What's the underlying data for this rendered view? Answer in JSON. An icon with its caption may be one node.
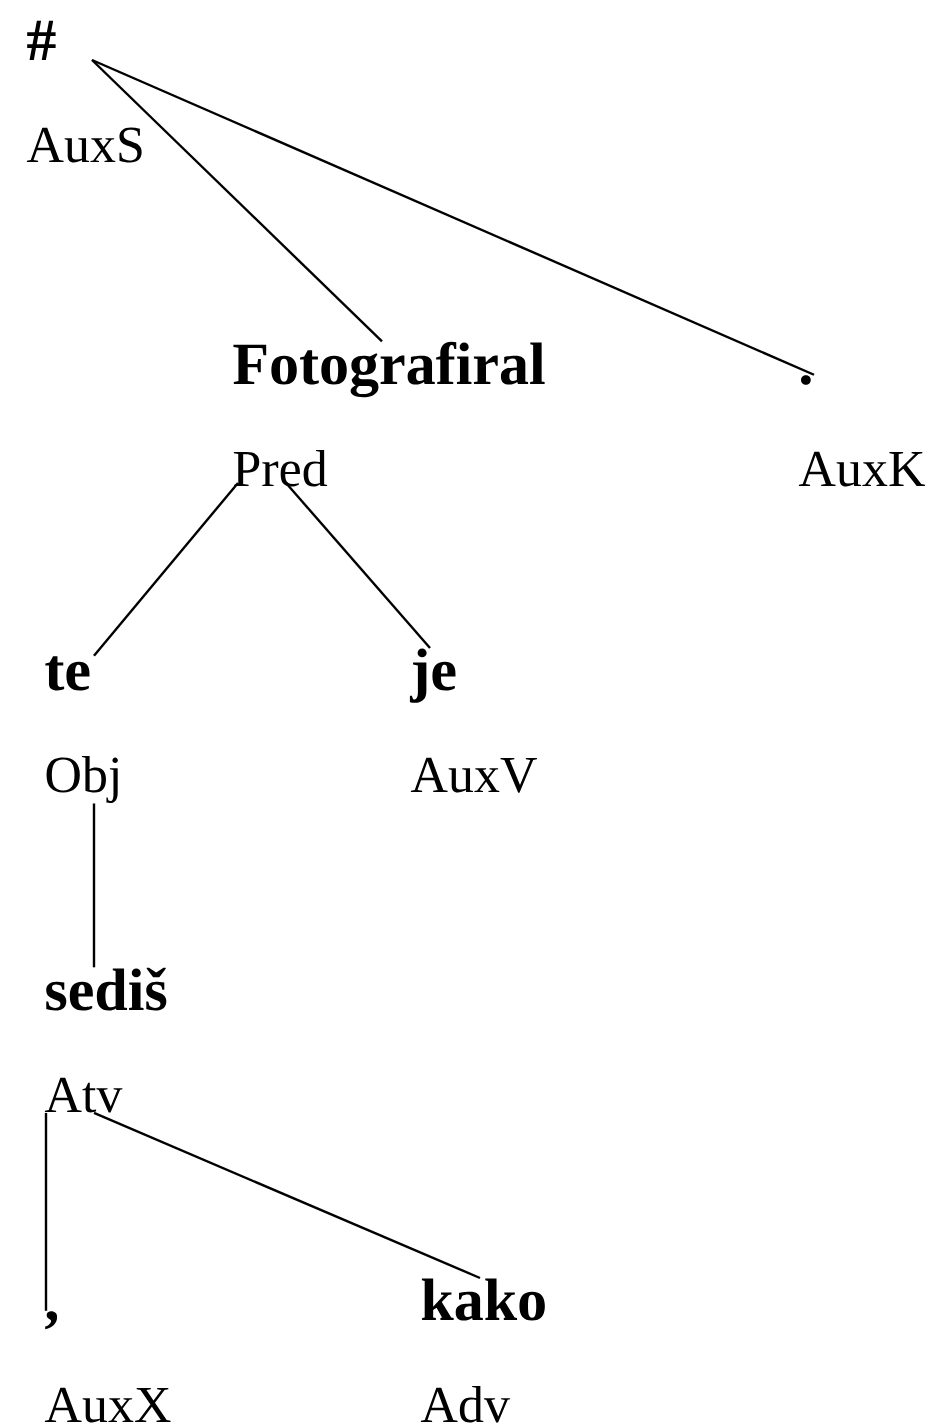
{
  "diagram": {
    "nodes": [
      {
        "text": [
          "#",
          "AuxS"
        ]
      },
      {
        "text": [
          "Fotografiral",
          "Pred"
        ]
      },
      {
        "text": [
          ".",
          "AuxK"
        ]
      },
      {
        "text": [
          "te",
          "Obj"
        ]
      },
      {
        "text": [
          "je",
          "AuxV"
        ]
      },
      {
        "text": [
          "sediš",
          "Atv"
        ]
      },
      {
        "text": [
          ",",
          "AuxX"
        ]
      },
      {
        "text": [
          "kako",
          "Adv"
        ]
      }
    ],
    "edges": [
      {
        "from": 0,
        "to": 1,
        "arrow": "none"
      },
      {
        "from": 0,
        "to": 2,
        "arrow": "none"
      },
      {
        "from": 1,
        "to": 3,
        "arrow": "none"
      },
      {
        "from": 1,
        "to": 4,
        "arrow": "none"
      },
      {
        "from": 3,
        "to": 5,
        "arrow": "none"
      },
      {
        "from": 5,
        "to": 6,
        "arrow": "none"
      },
      {
        "from": 5,
        "to": 7,
        "arrow": "none"
      }
    ]
  }
}
